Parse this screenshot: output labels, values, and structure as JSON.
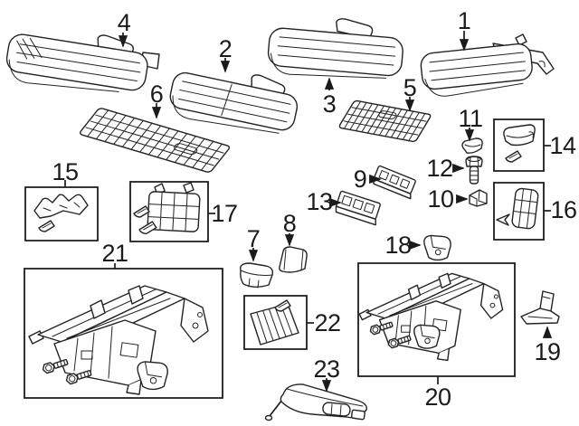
{
  "diagram": {
    "background_color": "#ffffff",
    "line_color": "#1b1b1b",
    "callouts": [
      {
        "label": "1",
        "boxed": false
      },
      {
        "label": "2",
        "boxed": false
      },
      {
        "label": "3",
        "boxed": false
      },
      {
        "label": "4",
        "boxed": false
      },
      {
        "label": "5",
        "boxed": false
      },
      {
        "label": "6",
        "boxed": false
      },
      {
        "label": "7",
        "boxed": false
      },
      {
        "label": "8",
        "boxed": false
      },
      {
        "label": "9",
        "boxed": false
      },
      {
        "label": "10",
        "boxed": false
      },
      {
        "label": "11",
        "boxed": false
      },
      {
        "label": "12",
        "boxed": false
      },
      {
        "label": "13",
        "boxed": false
      },
      {
        "label": "14",
        "boxed": true
      },
      {
        "label": "15",
        "boxed": true
      },
      {
        "label": "16",
        "boxed": true
      },
      {
        "label": "17",
        "boxed": true
      },
      {
        "label": "18",
        "boxed": false
      },
      {
        "label": "19",
        "boxed": false
      },
      {
        "label": "20",
        "boxed": true
      },
      {
        "label": "21",
        "boxed": true
      },
      {
        "label": "22",
        "boxed": true
      },
      {
        "label": "23",
        "boxed": false
      }
    ]
  }
}
